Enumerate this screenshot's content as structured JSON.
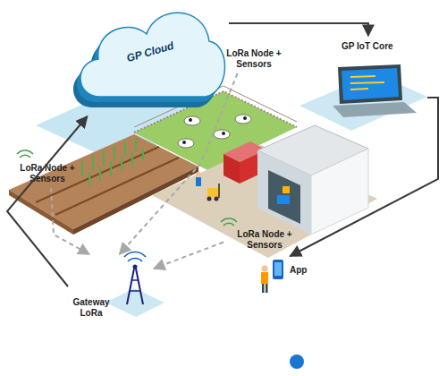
{
  "diagram": {
    "nodes": [
      {
        "text": [
          "GP Cloud"
        ]
      },
      {
        "text": [
          "LoRa Node + Sensors"
        ]
      },
      {
        "text": [
          "GP IoT Core"
        ]
      },
      {
        "text": [
          "LoRa Node + Sensors"
        ]
      },
      {
        "text": [
          "LoRa Node + Sensors"
        ]
      },
      {
        "text": [
          "App"
        ]
      },
      {
        "text": [
          "Gateway LoRa"
        ]
      }
    ],
    "edges": [
      {
        "from": 0,
        "to": 2,
        "arrow": "to"
      },
      {
        "from": 2,
        "to": 5,
        "arrow": "to"
      },
      {
        "from": 6,
        "to": 0,
        "arrow": "to"
      },
      {
        "from": 3,
        "to": 6,
        "arrow": "to"
      },
      {
        "from": 1,
        "to": 6,
        "arrow": "to"
      },
      {
        "from": 4,
        "to": 6,
        "arrow": "to"
      }
    ]
  }
}
